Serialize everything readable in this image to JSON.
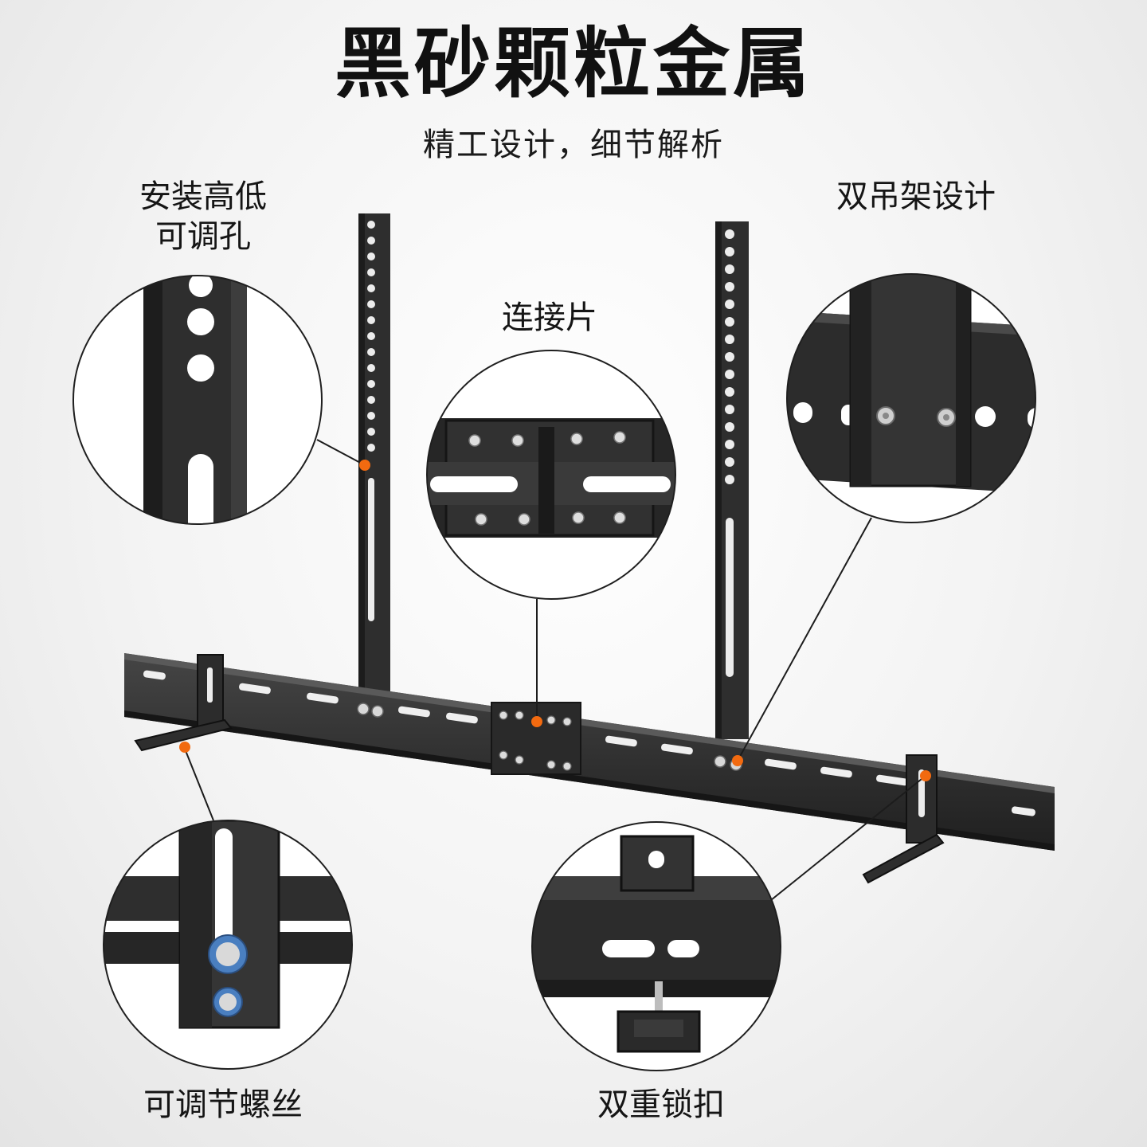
{
  "header": {
    "title": "黑砂颗粒金属",
    "subtitle": "精工设计，细节解析"
  },
  "callouts": {
    "height_holes": {
      "line1": "安装高低",
      "line2": "可调孔"
    },
    "dual_hanger": {
      "label": "双吊架设计"
    },
    "connector": {
      "label": "连接片"
    },
    "adjust_screw": {
      "label": "可调节螺丝"
    },
    "double_lock": {
      "label": "双重锁扣"
    }
  },
  "colors": {
    "metal": "#2b2b2b",
    "metal_light": "#3c3c3c",
    "marker": "#f26a10",
    "line": "#1c1c1c"
  }
}
